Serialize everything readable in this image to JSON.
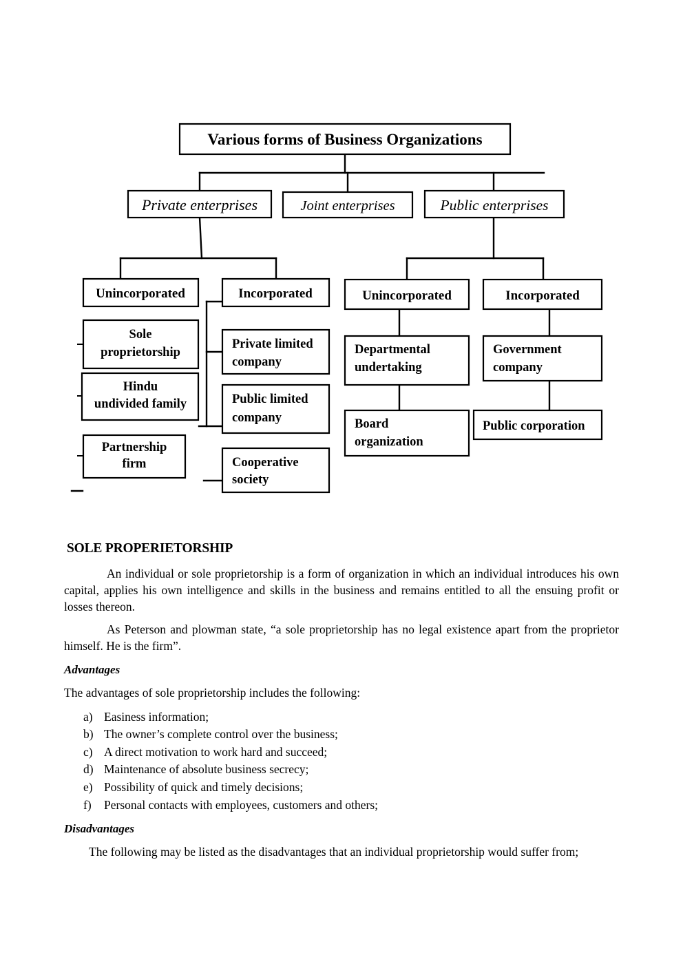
{
  "diagram": {
    "title": "Various forms of Business Organizations",
    "level2": [
      {
        "id": "private",
        "label": "Private enterprises"
      },
      {
        "id": "joint",
        "label": "Joint enterprises"
      },
      {
        "id": "public",
        "label": "Public enterprises"
      }
    ],
    "private_branch": {
      "unincorporated": {
        "label": "Unincorporated",
        "children": [
          "Sole\nproprietorship",
          "Hindu\nundivided family",
          "Partnership\nfirm"
        ]
      },
      "incorporated": {
        "label": "Incorporated",
        "children": [
          "Private limited\ncompany",
          "Public limited\ncompany",
          "Cooperative\nsociety"
        ]
      }
    },
    "public_branch": {
      "unincorporated": {
        "label": "Unincorporated",
        "children": [
          "Departmental\nundertaking",
          "Board\norganization"
        ]
      },
      "incorporated": {
        "label": "Incorporated",
        "children": [
          "Government\ncompany",
          "Public corporation"
        ]
      }
    },
    "colors": {
      "box_border": "#000000",
      "box_fill": "#ffffff",
      "connector": "#000000",
      "text": "#000000"
    }
  },
  "document": {
    "section_heading": "SOLE PROPERIETORSHIP",
    "paragraph_1": "An individual or sole proprietorship is a form of organization in which an individual introduces his own capital, applies his own intelligence and skills in the business and remains entitled to all the ensuing profit or losses thereon.",
    "paragraph_2": "As Peterson and plowman state, “a sole proprietorship has no legal existence apart from the proprietor himself. He is the firm”.",
    "advantages_heading": "Advantages",
    "advantages_intro": "The advantages of sole proprietorship includes the following:",
    "advantages": [
      {
        "marker": "a)",
        "text": "Easiness  information;"
      },
      {
        "marker": "b)",
        "text": "The owner’s complete control over the business;"
      },
      {
        "marker": "c)",
        "text": "A direct motivation to work hard and succeed;"
      },
      {
        "marker": "d)",
        "text": "Maintenance of absolute business secrecy;"
      },
      {
        "marker": "e)",
        "text": "Possibility of quick and timely decisions;"
      },
      {
        "marker": "f)",
        "text": "Personal contacts with employees, customers and others;"
      }
    ],
    "disadvantages_heading": "Disadvantages",
    "disadvantages_intro": "The following may be listed as the disadvantages that an individual proprietorship would suffer from;"
  }
}
